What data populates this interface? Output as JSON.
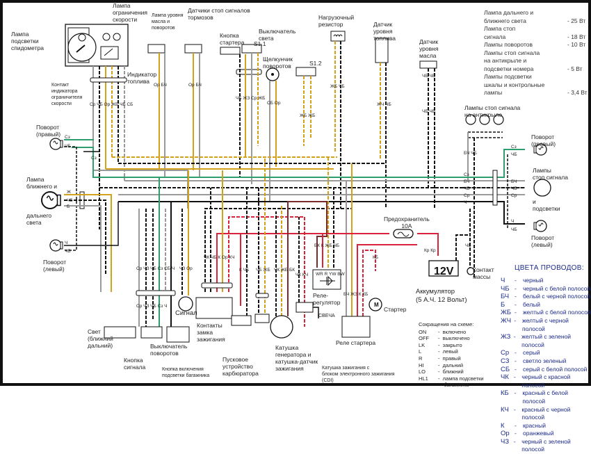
{
  "title": "Схема электрооборудования мотоцикла",
  "components": {
    "speedo_lamp": "Лампа\nподсветки\nспидометра",
    "speed_limit_lamp": "Лампа\nограничения\nскорости",
    "oil_turn_lamp": "Лампа уровня\nмасла и\nповоротов",
    "brake_sensors": "Датчики стоп сигналов\nтормозов",
    "speed_limit_contact": "Контакт\nиндикатора\nограничителя\nскорости",
    "fuel_indicator": "Индикатор\nтоплива",
    "starter_button": "Кнопка\nстартера",
    "light_switch": "Выключатель\nсвета",
    "light_switch_s11": "S1.1",
    "light_switch_s12": "S1.2",
    "turn_flasher": "Щелкунчик\nповоротов",
    "load_resistor": "Нагрузочный\nрезистор",
    "fuel_level_sensor": "Датчик\nуровня\nтоплива",
    "oil_level_sensor": "Датчик\nуровня\nмасла",
    "turn_right_front": "Поворот\n(правый)",
    "headlamp_top": "Лампа\nближнего и",
    "headlamp_bottom": "дальнего\nсвета",
    "turn_left_front": "Поворот\n(левый)",
    "rear_wing_lamps": "Лампы стоп сигнала\nна антикрыле",
    "turn_right_rear": "Поворот\n(правый)",
    "tail_lamp_top": "Лампы\nстоп сигнала",
    "tail_lamp_bottom": "и\nподсветки",
    "turn_left_rear": "Поворот\n(левый)",
    "fuse": "Предохранитель\n10А",
    "battery": "Аккумулятор\n(5 А.Ч. 12 Вольт)",
    "battery_face": "12V",
    "ground_contact": "Контакт\nмассы",
    "horn": "Сигнал",
    "ignition_contacts": "Контакты\nзамка\nзажигания",
    "light_hi_lo": "Свет\n(ближний\nдальний)",
    "horn_button": "Кнопка\nсигнала",
    "turn_switch": "Выключатель\nповоротов",
    "trunk_light_button": "Кнопка включения\nподсветки багажника",
    "carb_starter": "Пусковое\nустройство\nкарбюратора",
    "generator": "Катушка\nгенератора и\nкатушка-датчик\nзажигания",
    "cdi": "Катушка зажигания с\nблоком электронного зажигания\n(CDI)",
    "spark_plug": "СВЕЧА",
    "regulator": "Реле-\nрегулятор",
    "regulator_pins": "WR R YW BW",
    "starter_relay": "Реле стартера",
    "starter": "Стартер",
    "starter_motor": "M"
  },
  "wattage": [
    {
      "name": "Лампа дальнего и\nближнего света",
      "value": "- 25 Вт"
    },
    {
      "name": "Лампа стоп\nсигнала",
      "value": "- 18 Вт"
    },
    {
      "name": "Лампы поворотов",
      "value": "- 10 Вт"
    },
    {
      "name": "Лампы стоп сигнала\nна антикрыле и\nподсветки номера",
      "value": "- 5 Вт"
    },
    {
      "name": "Лампы подсветки\nшкалы и контрольные\nлампы",
      "value": "- 3,4 Вт"
    }
  ],
  "abbreviations": {
    "title": "Сокращения на схеме:",
    "items": [
      {
        "k": "ON",
        "v": "-  включено"
      },
      {
        "k": "OFF",
        "v": "-  выключено"
      },
      {
        "k": "LK",
        "v": "-  закрыто"
      },
      {
        "k": "L",
        "v": "-  левый"
      },
      {
        "k": "R",
        "v": "-  правый"
      },
      {
        "k": "HI",
        "v": "-  дальний"
      },
      {
        "k": "LO",
        "v": "-  ближний"
      },
      {
        "k": "HL1",
        "v": "-  лампа подсветки\n    багажника"
      }
    ]
  },
  "wire_colors": {
    "title": "ЦВЕТА ПРОВОДОВ:",
    "items": [
      {
        "code": "Ч",
        "desc": "черный"
      },
      {
        "code": "ЧБ",
        "desc": "черный с белой полосой"
      },
      {
        "code": "БЧ",
        "desc": "белый с черной полосой"
      },
      {
        "code": "Б",
        "desc": "белый"
      },
      {
        "code": "ЖБ",
        "desc": "желтый с белой полосой"
      },
      {
        "code": "ЖЧ",
        "desc": "желтый с черной полосой"
      },
      {
        "code": "ЖЗ",
        "desc": "желтый с зеленой полосой"
      },
      {
        "code": "Ср",
        "desc": "серый"
      },
      {
        "code": "СЗ",
        "desc": "светло зеленый"
      },
      {
        "code": "СБ",
        "desc": "серый с белой полосой"
      },
      {
        "code": "ЧК",
        "desc": "черный с красной полосой"
      },
      {
        "code": "КБ",
        "desc": "красный с белой полосой"
      },
      {
        "code": "КЧ",
        "desc": "красный с черной полосой"
      },
      {
        "code": "К",
        "desc": "красный"
      },
      {
        "code": "Ор",
        "desc": "оранжевый"
      },
      {
        "code": "ЧЗ",
        "desc": "черный с зеленой полосой"
      }
    ]
  },
  "wire_labels": {
    "dash_bundle": "Ср ЧБ Ор ЖБ ЧБ СБ",
    "brake1": "Ор  БЧ",
    "brake2": "Ор  БЧ",
    "starter_btn": "ЧБ ЖЗ Ср ЖБ",
    "flasher": "СБ Ор",
    "s12": "ЖБ  ЖБ",
    "resistor": "ЖБ  ЧБ",
    "fuel": "ЖЧ  ЧБ",
    "oil_top": "ЧБ ЧБ",
    "oil_bot": "ЧБ ЧБ",
    "rear_wing": "БЧ  ЧБ",
    "front_right": [
      "Сз",
      "ЧБ"
    ],
    "front_cz": "Сз",
    "headlamp": [
      "Ж",
      "ЧБ",
      "Б"
    ],
    "front_left": [
      "Ч",
      "ЧБ"
    ],
    "ign_top": "ЧК ЧБ  К  Ор КЧ",
    "left_group": "Ср  ЧЗ  ЧБ  Сз  СБ  Ч",
    "horn_wires": "ЧЗ  Ор",
    "left_group2": "Ср  ЧЗ  ЧБ  Сз       Ч",
    "trunk": "К  ЧБ",
    "carb": "ЧБ  ЖБ",
    "gen": "ЧК ЖБ БК",
    "cdi": "ЧК КЧ",
    "reg": "БК  К  ЖБ  ЧБ",
    "relay": "БЧ ЖЗ  К  КБ",
    "kb": "КБ",
    "kp": "Кр Кр",
    "ground": "ЧБ",
    "rear_bus": [
      "Сз",
      "БЧ",
      "ЧБ",
      "Ср",
      "Ч"
    ],
    "rear_right": [
      "Сз",
      "ЧБ"
    ],
    "tail": [
      "БЧ",
      "ЧБ",
      "Ср"
    ],
    "rear_left": [
      "Ч",
      "ЧБ"
    ]
  },
  "colors": {
    "yellow": "#d4a21a",
    "green": "#2e9e6e",
    "gray": "#9a9a9a",
    "black": "#111111",
    "red": "#d8233a",
    "brown": "#7a2a2a",
    "legend_blue": "#1b2a8a"
  }
}
